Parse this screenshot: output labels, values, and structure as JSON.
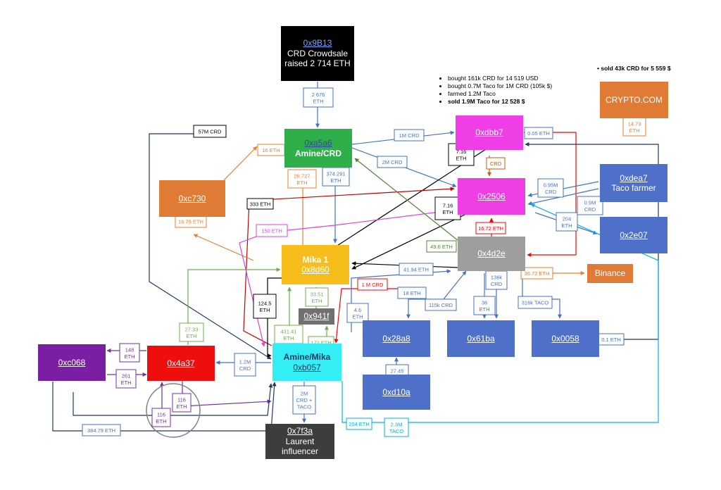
{
  "nodes": {
    "n9b13": {
      "addr": "0x9B13",
      "line1": "CRD Crowdsale",
      "line2": "raised 2 714 ETH",
      "color": "#000000"
    },
    "na5a6": {
      "addr": "0xa5a6",
      "label": "Amine/CRD",
      "color": "#2eaf4a"
    },
    "nc730": {
      "addr": "0xc730",
      "color": "#e07b35"
    },
    "nmika": {
      "label": "Mika 1",
      "addr": "0x8d60",
      "color": "#f7be1b"
    },
    "ndbb7": {
      "addr": "0xdbb7",
      "color": "#f03ee7"
    },
    "n2506": {
      "addr": "0x2506",
      "color": "#f03ee7"
    },
    "n4d2e": {
      "addr": "0x4d2e",
      "color": "#9e9e9e"
    },
    "ncrypto": {
      "label": "CRYPTO.COM",
      "color": "#e07b35"
    },
    "ndea7": {
      "addr": "0xdea7",
      "label": "Taco farmer",
      "color": "#4f70c8"
    },
    "n2e07": {
      "addr": "0x2e07",
      "color": "#4f70c8"
    },
    "nbinance": {
      "label": "Binance",
      "color": "#e07b35"
    },
    "n941f": {
      "addr": "0x941f",
      "color": "#707070"
    },
    "nb057": {
      "label": "Amine/Mika",
      "addr": "0xb057",
      "color": "#33eff5"
    },
    "n28a8": {
      "addr": "0x28a8",
      "color": "#4f70c8"
    },
    "n61ba": {
      "addr": "0x61ba",
      "color": "#4f70c8"
    },
    "n0058": {
      "addr": "0x0058",
      "color": "#4f70c8"
    },
    "nd10a": {
      "addr": "0xd10a",
      "color": "#4f70c8"
    },
    "nc068": {
      "addr": "0xc068",
      "color": "#7a1fa3"
    },
    "n4a37": {
      "addr": "0x4a37",
      "color": "#ee0e0e"
    },
    "n7f3a": {
      "addr": "0x7f3a",
      "line1": "Laurent",
      "line2": "influencer",
      "color": "#3d3d3d"
    }
  },
  "notes": {
    "items": [
      "bought 161k CRD for 14 519 USD",
      "bought 0.7M Taco for 1M CRD (105k $)",
      "farmed 1.2M Taco",
      "sold 1.9M Taco for 12 528 $"
    ],
    "top": "sold 43k CRD for 5 559 $"
  },
  "flows": [
    {
      "text": [
        "2 676",
        "ETH"
      ],
      "color": "#4472c4"
    },
    {
      "text": [
        "57M CRD"
      ],
      "color": "#000000"
    },
    {
      "text": [
        "16 ETH"
      ],
      "color": "#ed7d31"
    },
    {
      "text": [
        "1M CRD"
      ],
      "color": "#4472c4"
    },
    {
      "text": [
        "2M CRD"
      ],
      "color": "#4472c4"
    },
    {
      "text": [
        "0.05 ETH"
      ],
      "color": "#4472c4"
    },
    {
      "text": [
        "7.16",
        "ETH"
      ],
      "color": "#000000"
    },
    {
      "text": [
        "CRD"
      ],
      "color": "#c55a11"
    },
    {
      "text": [
        "14.79",
        "ETH"
      ],
      "color": "#ed7d31"
    },
    {
      "text": [
        "26.727",
        "ETH"
      ],
      "color": "#ed7d31"
    },
    {
      "text": [
        "374.291",
        "ETH"
      ],
      "color": "#4472c4"
    },
    {
      "text": [
        "333 ETH"
      ],
      "color": "#000000"
    },
    {
      "text": [
        "7.16",
        "ETH"
      ],
      "color": "#000000"
    },
    {
      "text": [
        "0.95M",
        "CRD"
      ],
      "color": "#4472c4"
    },
    {
      "text": [
        "0.9M",
        "CRD"
      ],
      "color": "#4472c4"
    },
    {
      "text": [
        "16.75 ETH"
      ],
      "color": "#ed7d31"
    },
    {
      "text": [
        "150 ETH"
      ],
      "color": "#e040e0"
    },
    {
      "text": [
        "204",
        "ETH"
      ],
      "color": "#4472c4"
    },
    {
      "text": [
        "16.72 ETH"
      ],
      "color": "#ff0000"
    },
    {
      "text": [
        "49.6 ETH"
      ],
      "color": "#548235"
    },
    {
      "text": [
        "41.94 ETH"
      ],
      "color": "#4472c4"
    },
    {
      "text": [
        "36.72 ETH"
      ],
      "color": "#ed7d31"
    },
    {
      "text": [
        "1 M CRD"
      ],
      "color": "#ff0000"
    },
    {
      "text": [
        "124.5",
        "ETH"
      ],
      "color": "#000000"
    },
    {
      "text": [
        "33.51",
        "ETH"
      ],
      "color": "#70ad47"
    },
    {
      "text": [
        "18 ETH"
      ],
      "color": "#4472c4"
    },
    {
      "text": [
        "136k",
        "CRD"
      ],
      "color": "#4472c4"
    },
    {
      "text": [
        "115k CRD"
      ],
      "color": "#4472c4"
    },
    {
      "text": [
        "36",
        "ETH"
      ],
      "color": "#4472c4"
    },
    {
      "text": [
        "316k TACO"
      ],
      "color": "#4472c4"
    },
    {
      "text": [
        "4.6",
        "ETH"
      ],
      "color": "#4472c4"
    },
    {
      "text": [
        "27.33",
        "ETH"
      ],
      "color": "#70ad47"
    },
    {
      "text": [
        "431.41",
        "ETH"
      ],
      "color": "#70ad47"
    },
    {
      "text": [
        "172 ETH"
      ],
      "color": "#70ad47"
    },
    {
      "text": [
        "148",
        "ETH"
      ],
      "color": "#7030a0"
    },
    {
      "text": [
        "261",
        "ETH"
      ],
      "color": "#7030a0"
    },
    {
      "text": [
        "1.2M",
        "CRD"
      ],
      "color": "#4472c4"
    },
    {
      "text": [
        "0.1 ETH"
      ],
      "color": "#4472c4"
    },
    {
      "text": [
        "27.45",
        "ETH"
      ],
      "color": "#4472c4"
    },
    {
      "text": [
        "2M",
        "CRD +",
        "TACO"
      ],
      "color": "#4472c4"
    },
    {
      "text": [
        "116",
        "ETH"
      ],
      "color": "#7030a0"
    },
    {
      "text": [
        "116",
        "ETH"
      ],
      "color": "#7030a0"
    },
    {
      "text": [
        "384.79 ETH"
      ],
      "color": "#4472c4"
    },
    {
      "text": [
        "204 ETH"
      ],
      "color": "#00b0f0"
    },
    {
      "text": [
        "2.3M",
        "TACO"
      ],
      "color": "#00b0f0"
    }
  ]
}
